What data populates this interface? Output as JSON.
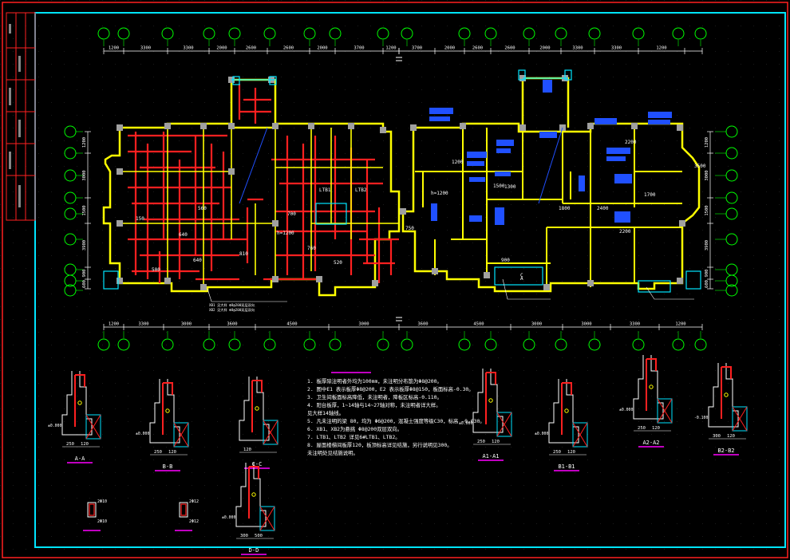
{
  "frame": {
    "outer_border_color": "#ff2020",
    "inner_border_color": "#00e5ff"
  },
  "dims": {
    "top_left": [
      "1200",
      "3300",
      "3300",
      "2000",
      "2600",
      "2600",
      "2000",
      "3700",
      "1200"
    ],
    "top_right": [
      "3700",
      "2000",
      "2600",
      "2600",
      "2000",
      "3300",
      "3300",
      "1200"
    ],
    "bottom": [
      "1200",
      "3300",
      "3000",
      "3600",
      "4500",
      "3000",
      "3600",
      "4500",
      "3000",
      "3000",
      "3300",
      "1200"
    ],
    "left": [
      "1200",
      "3000",
      "1500",
      "3900",
      "900",
      "600"
    ],
    "right": [
      "1200",
      "3000",
      "1500",
      "3900",
      "900",
      "600"
    ]
  },
  "plan_labels": [
    "LTB1",
    "LTB2",
    "h=1200",
    "h=1200",
    "1200",
    "1300",
    "1500",
    "1800",
    "2400",
    "2200",
    "1700",
    "2200",
    "3500",
    "900",
    "750",
    "520",
    "760",
    "700",
    "640",
    "560",
    "500",
    "640",
    "810",
    "150",
    "A",
    "C"
  ],
  "notes": {
    "lines": [
      "1. 板厚除注明者外均为100mm，未注明分布筋为Φ8@200。",
      "2. 图中E1 表示板厚Φ8@200，E2 表示板厚Φ8@150，板面标高-0.30。",
      "3. 卫生间板面标高降低，未注明者，降板区标高-0.110。",
      "4. 阳台板厚，1~14轴与14~27轴对称，未注明者详大样。",
      "   见大样14轴线。",
      "5. 凡未注明的梁 80，均为 Φ6@200，混凝土强度等级C30，标高 -0.030。",
      "6. XB1、XB2为悬挑 Φ8@200双层双向。",
      "7. LTB1、LTB2 详见6#LTB1、LTB2。",
      "8. 屋面楼梯间板厚120，板顶标高详见结施，另行说明见300。",
      "   未注明处见结施说明。"
    ]
  },
  "sections": [
    {
      "id": "A-A",
      "dims": [
        "250",
        "120"
      ],
      "elev": "±0.000"
    },
    {
      "id": "B-B",
      "dims": [
        "250",
        "120"
      ],
      "elev": "±0.000"
    },
    {
      "id": "C-C",
      "dims": [
        "120"
      ],
      "elev": ""
    },
    {
      "id": "D-D",
      "dims": [
        "300",
        "500"
      ],
      "elev": "±0.000"
    },
    {
      "id": "A1-A1",
      "dims": [
        "250",
        "120"
      ],
      "elev": "±0.000"
    },
    {
      "id": "B1-B1",
      "dims": [
        "250",
        "120"
      ],
      "elev": "±0.000"
    },
    {
      "id": "A2-A2",
      "dims": [
        "250",
        "120"
      ],
      "elev": "±0.000"
    },
    {
      "id": "B2-B2",
      "dims": [
        "300",
        "120"
      ],
      "elev": "-0.100"
    }
  ],
  "small_details": [
    {
      "label": "2Φ10",
      "label2": "2Φ10"
    },
    {
      "label": "2Φ12",
      "label2": "2Φ12"
    }
  ],
  "colors": {
    "grid_bubble": "#00ff00",
    "wall": "#ffff00",
    "beam": "#ff2020",
    "column": "#c0c0c0",
    "slab_text": "#2050ff",
    "dim": "#ffffff",
    "cyan": "#00e5ff",
    "magenta": "#ff00ff"
  }
}
